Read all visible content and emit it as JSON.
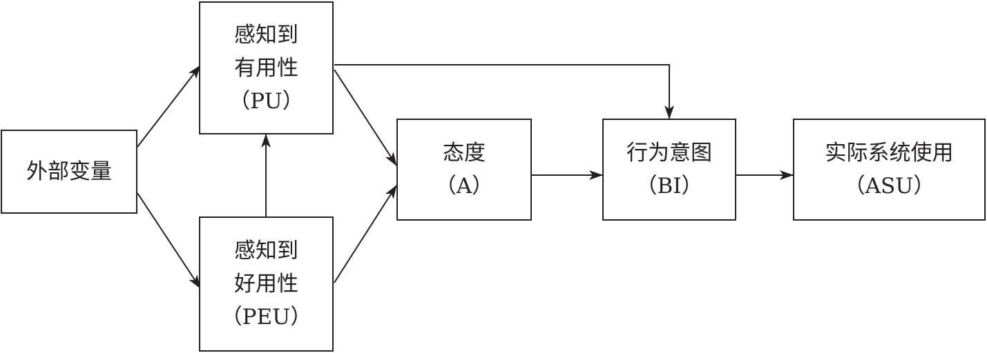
{
  "diagram": {
    "nodes": {
      "external": {
        "lines": [
          "外部变量"
        ]
      },
      "pu": {
        "lines": [
          "感知到",
          "有用性",
          "（PU）"
        ]
      },
      "peu": {
        "lines": [
          "感知到",
          "好用性",
          "（PEU）"
        ]
      },
      "attitude": {
        "lines": [
          "态度",
          "（A）"
        ]
      },
      "intention": {
        "lines": [
          "行为意图",
          "（BI）"
        ]
      },
      "usage": {
        "lines": [
          "实际系统使用",
          "（ASU）"
        ]
      }
    },
    "edges": [
      {
        "from": "外部变量",
        "to": "感知到有用性（PU）"
      },
      {
        "from": "外部变量",
        "to": "感知到好用性（PEU）"
      },
      {
        "from": "感知到好用性（PEU）",
        "to": "感知到有用性（PU）"
      },
      {
        "from": "感知到有用性（PU）",
        "to": "态度（A）"
      },
      {
        "from": "感知到好用性（PEU）",
        "to": "态度（A）"
      },
      {
        "from": "感知到有用性（PU）",
        "to": "行为意图（BI）"
      },
      {
        "from": "态度（A）",
        "to": "行为意图（BI）"
      },
      {
        "from": "行为意图（BI）",
        "to": "实际系统使用（ASU）"
      }
    ],
    "colors": {
      "stroke": "#231f20",
      "background": "#ffffff"
    }
  }
}
